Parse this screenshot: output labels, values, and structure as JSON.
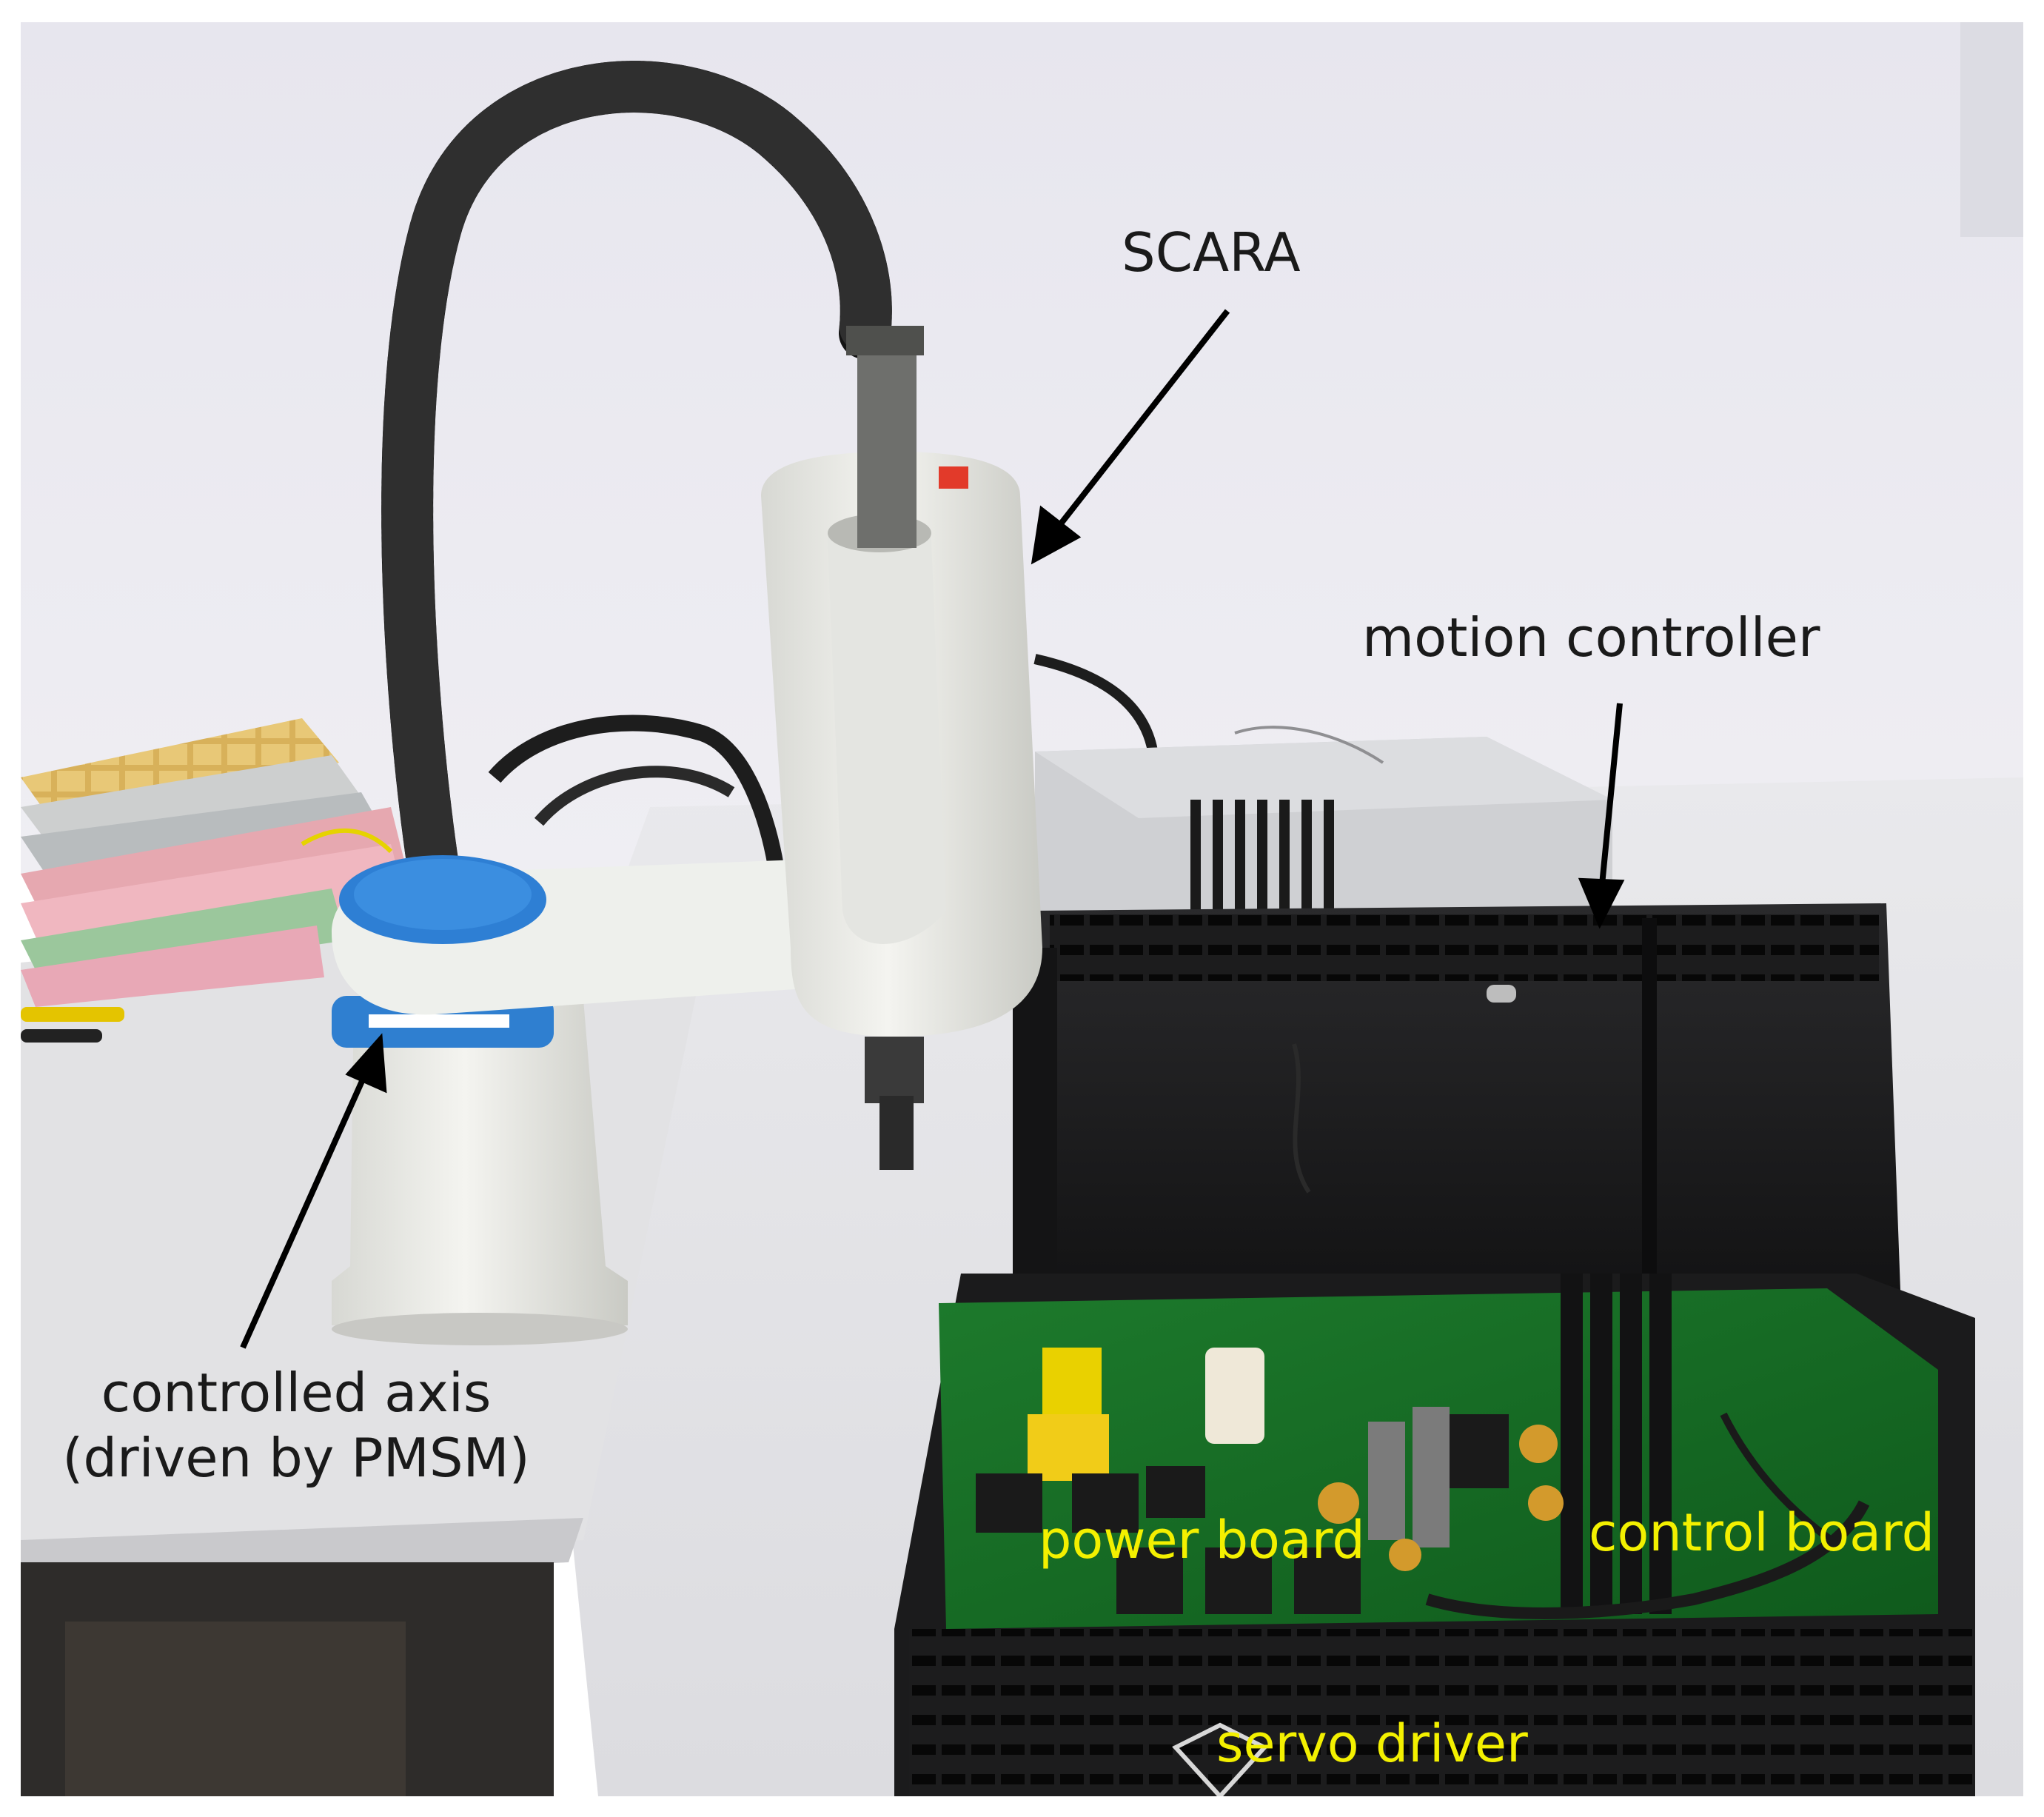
{
  "annotations": {
    "scara": "SCARA",
    "motion_controller": "motion controller",
    "controlled_axis_line1": "controlled axis",
    "controlled_axis_line2": "(driven by PMSM)",
    "power_board": "power board",
    "control_board": "control board",
    "servo_driver": "servo driver"
  },
  "colors": {
    "black_label": "#1a1a1a",
    "yellow_label": "#f3f000",
    "arrow": "#000000"
  }
}
